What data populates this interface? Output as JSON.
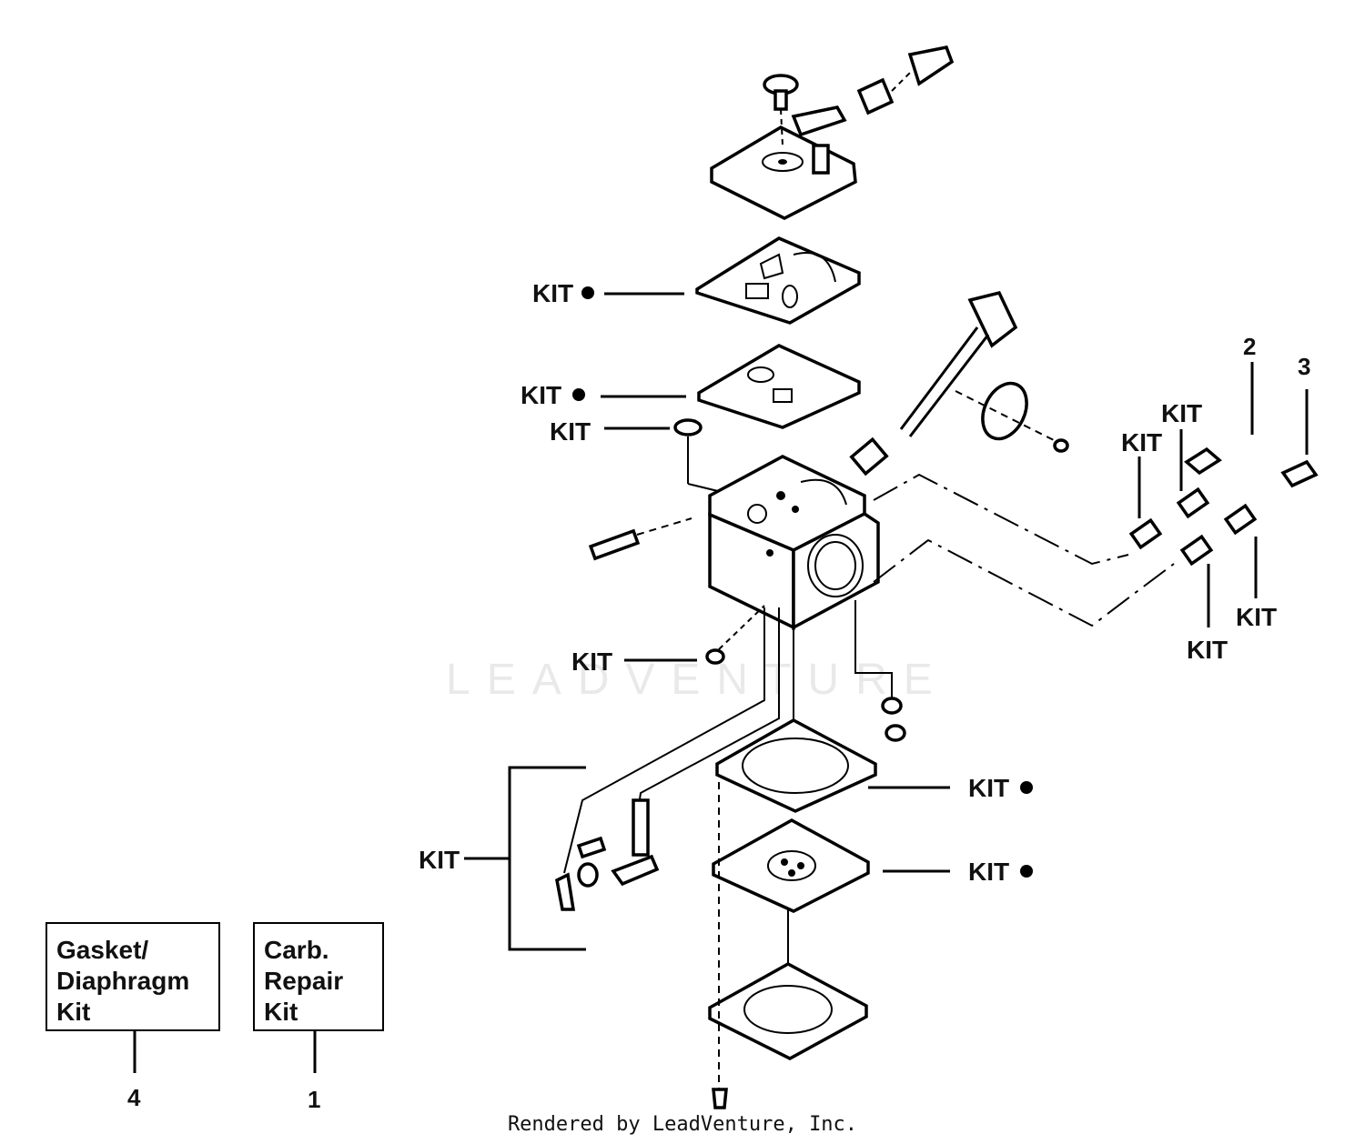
{
  "watermark": "LEADVENTURE",
  "footer": "Rendered by LeadVenture, Inc.",
  "kit_label": "KIT",
  "callout_numbers": {
    "n1": "1",
    "n2": "2",
    "n3": "3",
    "n4": "4"
  },
  "gasket_box": {
    "line1": "Gasket/",
    "line2": "Diaphragm",
    "line3": "Kit"
  },
  "carb_box": {
    "line1": "Carb.",
    "line2": "Repair",
    "line3": "Kit"
  }
}
